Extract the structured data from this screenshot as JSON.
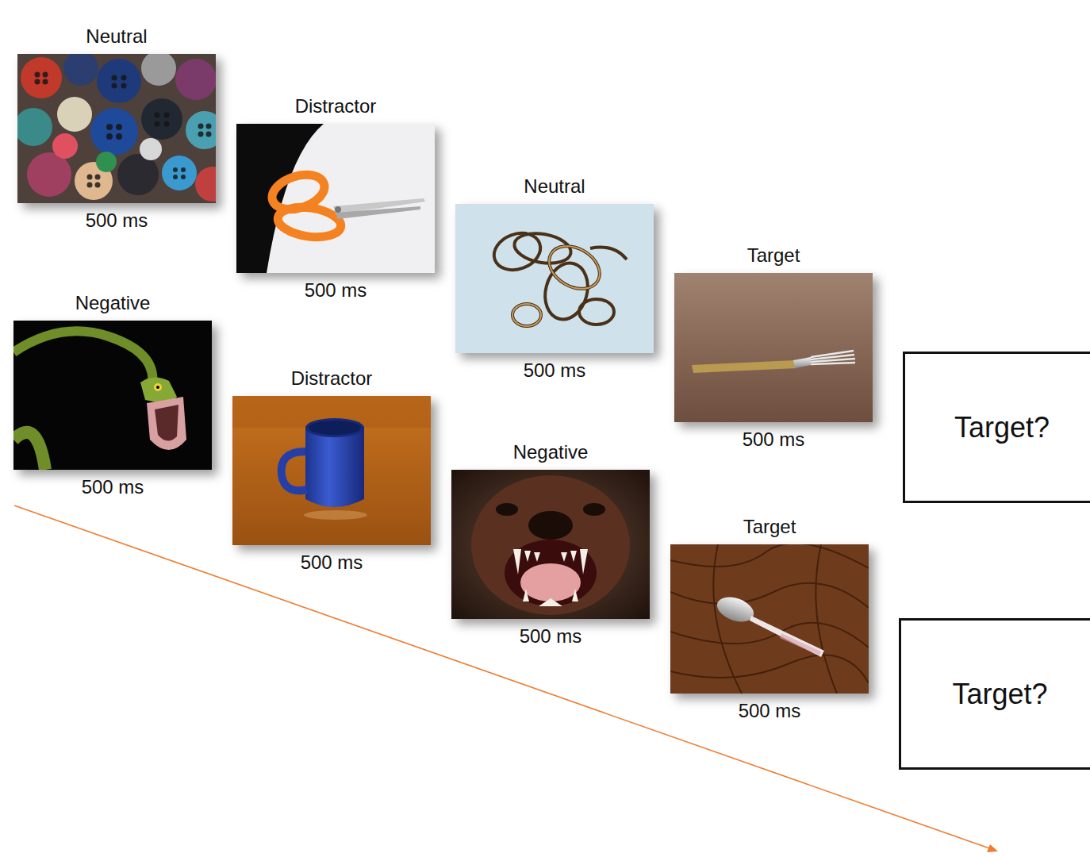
{
  "diagram": {
    "nodes": [
      {
        "text": [
          "Neutral",
          "500 ms"
        ]
      },
      {
        "text": [
          "Distractor",
          "500 ms"
        ]
      },
      {
        "text": [
          "Neutral",
          "500 ms"
        ]
      },
      {
        "text": [
          "Target",
          "500 ms"
        ]
      },
      {
        "text": [
          "Target?"
        ]
      },
      {
        "text": [
          "Negative",
          "500 ms"
        ]
      },
      {
        "text": [
          "Distractor",
          "500 ms"
        ]
      },
      {
        "text": [
          "Negative",
          "500 ms"
        ]
      },
      {
        "text": [
          "Target",
          "500 ms"
        ]
      },
      {
        "text": [
          "Target?"
        ]
      }
    ]
  }
}
